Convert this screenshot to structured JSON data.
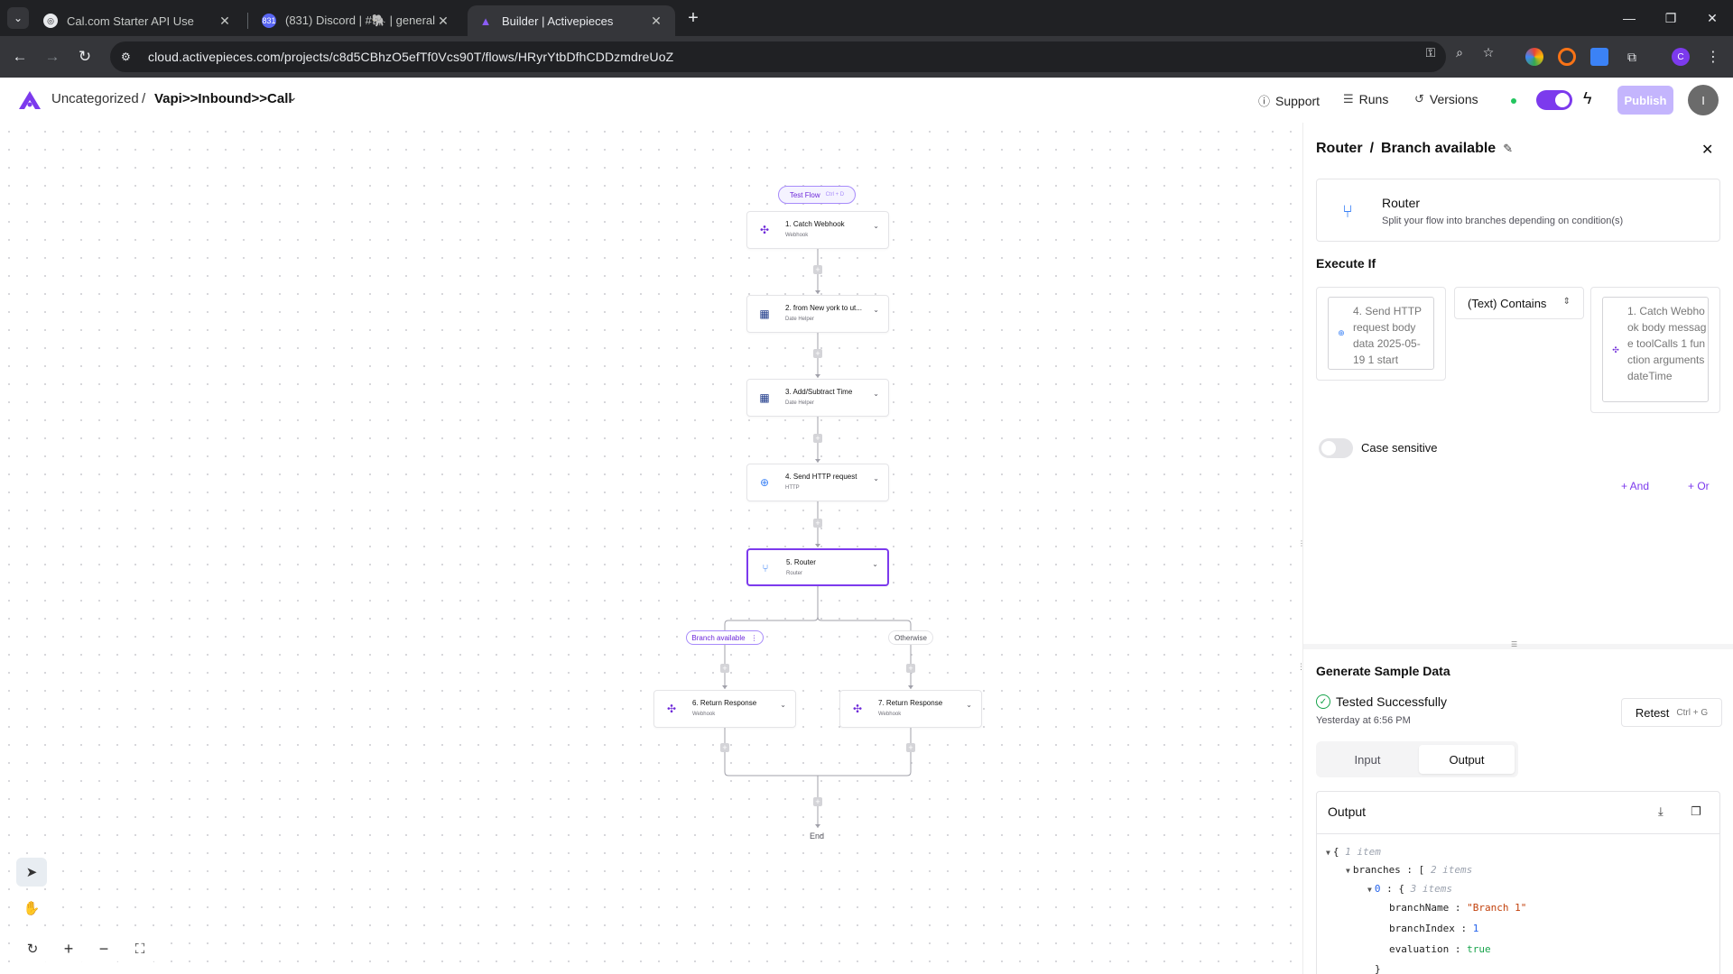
{
  "browser": {
    "tabs": [
      {
        "title": "Cal.com Starter API Use",
        "favicon": "globe-icon"
      },
      {
        "title": "(831) Discord | #🐘 | general |",
        "favicon": "discord-icon"
      },
      {
        "title": "Builder | Activepieces",
        "favicon": "activepieces-icon",
        "active": true
      }
    ],
    "url": "cloud.activepieces.com/projects/c8d5CBhzO5efTf0Vcs90T/flows/HRyrYtbDfhCDDzmdreUoZ",
    "profile_initial": "C"
  },
  "header": {
    "folder": "Uncategorized",
    "separator": "/",
    "flow_name": "Vapi>>Inbound>>Call",
    "support_label": "Support",
    "runs_label": "Runs",
    "versions_label": "Versions",
    "publish_label": "Publish",
    "avatar_initial": "I",
    "accent_color": "#7c3aed"
  },
  "canvas": {
    "test_flow_label": "Test Flow",
    "test_flow_shortcut": "Ctrl + D",
    "steps": [
      {
        "title": "1. Catch Webhook",
        "subtitle": "Webhook",
        "icon": "webhook-icon"
      },
      {
        "title": "2. from New york to ut...",
        "subtitle": "Date Helper",
        "icon": "calendar-icon"
      },
      {
        "title": "3. Add/Subtract Time",
        "subtitle": "Date Helper",
        "icon": "calendar-icon"
      },
      {
        "title": "4. Send HTTP request",
        "subtitle": "HTTP",
        "icon": "globe-icon"
      },
      {
        "title": "5. Router",
        "subtitle": "Router",
        "icon": "router-icon",
        "selected": true
      },
      {
        "title": "6. Return Response",
        "subtitle": "Webhook",
        "icon": "webhook-icon"
      },
      {
        "title": "7. Return Response",
        "subtitle": "Webhook",
        "icon": "webhook-icon"
      }
    ],
    "branch_available": "Branch available",
    "branch_otherwise": "Otherwise",
    "end_label": "End"
  },
  "panel": {
    "title_piece": "Router",
    "title_sep": "/",
    "title_branch": "Branch available",
    "piece_name": "Router",
    "piece_desc": "Split your flow into branches depending on condition(s)",
    "execute_if": "Execute If",
    "first_value": "4. Send HTTP request body data 2025-05-19 1 start",
    "operator": "(Text) Contains",
    "second_value": "1. Catch Webhook body message toolCalls 1 function arguments dateTime",
    "case_sensitive_label": "Case sensitive",
    "and_label": "+ And",
    "or_label": "+ Or",
    "generate_title": "Generate Sample Data",
    "tested_label": "Tested Successfully",
    "tested_time": "Yesterday at 6:56 PM",
    "retest_label": "Retest",
    "retest_shortcut": "Ctrl + G",
    "tab_input": "Input",
    "tab_output": "Output",
    "output_title": "Output",
    "json": {
      "root_meta": "1 item",
      "branches_key": "branches",
      "branches_meta": "2 items",
      "idx0": "0",
      "idx0_meta": "3 items",
      "k_branchName": "branchName",
      "v_branchName": "\"Branch 1\"",
      "k_branchIndex": "branchIndex",
      "v_branchIndex": "1",
      "k_evaluation": "evaluation",
      "v_evaluation": "true"
    }
  }
}
